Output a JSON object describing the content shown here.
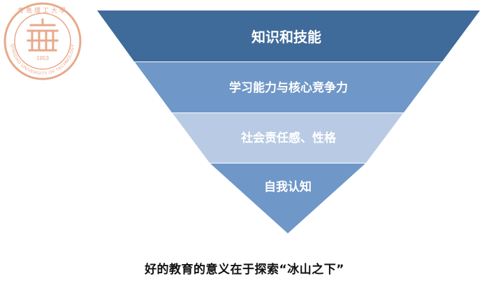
{
  "logo": {
    "top_text": "青島理工大學",
    "bottom_text": "QINGDAO UNIVERSITY OF TECHNOLOGY",
    "year": "1953",
    "color": "#e8a98a"
  },
  "iceberg": {
    "layers": [
      {
        "label": "知识和技能",
        "color": "#3f6b9a"
      },
      {
        "label": "学习能力与核心竞争力",
        "color": "#6f97c8"
      },
      {
        "label": "社会责任感、性格",
        "color": "#b9cbe4"
      },
      {
        "label": "自我认知",
        "color": "#6f97c8"
      }
    ]
  },
  "caption": "好的教育的意义在于探索“冰山之下”"
}
